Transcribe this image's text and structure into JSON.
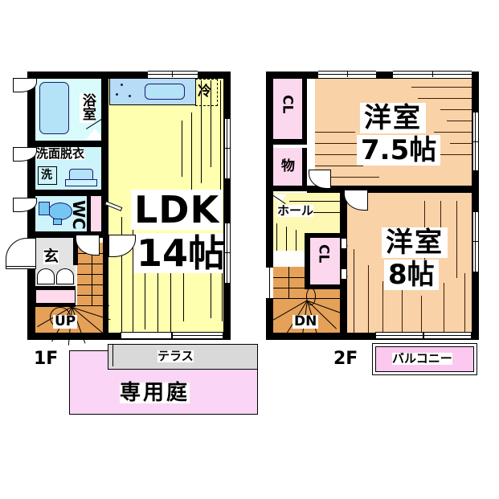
{
  "document": {
    "type": "japanese-real-estate-floor-plan",
    "floors": [
      "1F",
      "2F"
    ]
  },
  "floor1": {
    "label": "1F",
    "rooms": {
      "ldk": {
        "name": "LDK",
        "size": "14帖"
      },
      "bath": {
        "name": "浴室"
      },
      "washroom": {
        "name": "洗面脱衣"
      },
      "washer": {
        "name": "洗"
      },
      "toilet": {
        "name": "WC"
      },
      "entrance": {
        "name": "玄"
      },
      "fridge": {
        "name": "冷"
      },
      "stairs": {
        "name": "UP"
      },
      "terrace": {
        "name": "テラス"
      },
      "garden": {
        "name": "専用庭"
      }
    }
  },
  "floor2": {
    "label": "2F",
    "rooms": {
      "bedroom1": {
        "name": "洋室",
        "size": "7.5帖"
      },
      "bedroom2": {
        "name": "洋室",
        "size": "8帖"
      },
      "closet1": {
        "name": "CL"
      },
      "closet2": {
        "name": "CL"
      },
      "storage": {
        "name": "物"
      },
      "hall": {
        "name": "ホール"
      },
      "stairs": {
        "name": "DN"
      },
      "balcony": {
        "name": "バルコニー"
      }
    }
  },
  "colors": {
    "ldk_floor": "#ffffb0",
    "bedroom_floor": "#fad2a8",
    "wet_area": "#d9fbfb",
    "tub": "#b4e2f7",
    "closet": "#fcd8ee",
    "garden": "#fbd5f5",
    "balcony": "#fbc9ef",
    "terrace": "#d9d9d9",
    "stairs": "#e5a158",
    "hall": "#fdf8b4",
    "wall": "#000000"
  }
}
